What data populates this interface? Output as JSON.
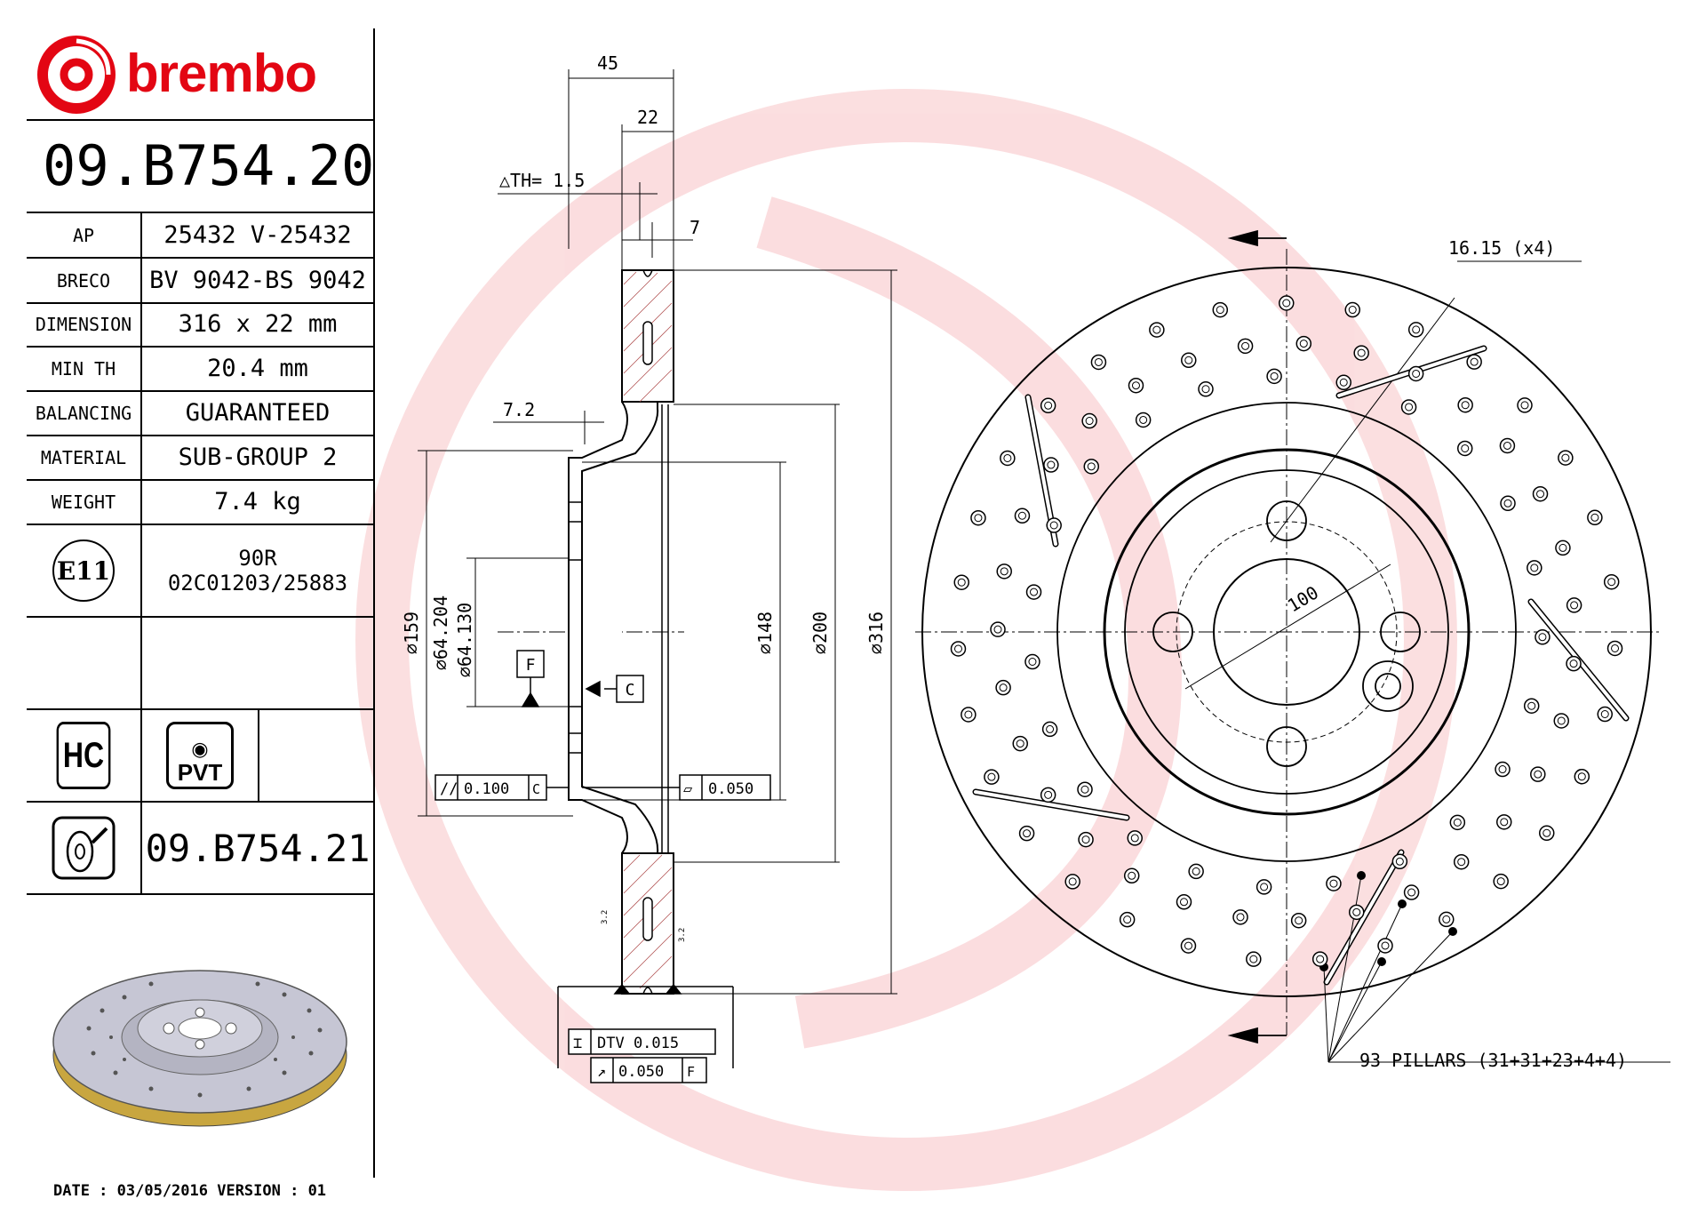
{
  "brand": {
    "name": "brembo",
    "color": "#e30613"
  },
  "part_number": "09.B754.20",
  "specs": [
    {
      "label": "AP",
      "value": "25432 V-25432"
    },
    {
      "label": "BRECO",
      "value": "BV 9042-BS 9042"
    },
    {
      "label": "DIMENSION",
      "value": "316 x 22 mm"
    },
    {
      "label": "MIN TH",
      "value": "20.4 mm"
    },
    {
      "label": "BALANCING",
      "value": "GUARANTEED"
    },
    {
      "label": "MATERIAL",
      "value": "SUB-GROUP 2"
    },
    {
      "label": "WEIGHT",
      "value": "7.4 kg"
    }
  ],
  "approval": {
    "mark": "E11",
    "line1": "90R",
    "line2": "02C01203/25883"
  },
  "badges": {
    "hc": "HC",
    "pvt": "PVT"
  },
  "alt_part_number": "09.B754.21",
  "footer": "DATE : 03/05/2016 VERSION : 01",
  "dimensions": {
    "overall_width": "45",
    "disc_thickness": "22",
    "delta_th": "△TH= 1.5",
    "vent_gap": "7",
    "hat_offset": "7.2",
    "d159": "⌀159",
    "bore_max": "⌀64.204",
    "bore_min": "⌀64.130",
    "d148": "⌀148",
    "d200": "⌀200",
    "d316": "⌀316",
    "pcd": "100",
    "bolt_holes": "16.15 (x4)",
    "pillars": "93 PILLARS (31+31+23+4+4)",
    "datum_f": "F",
    "datum_c": "C",
    "parallelism": "0.100",
    "flatness": "0.050",
    "dtv": "DTV 0.015",
    "runout": "0.050",
    "roughness": "3.2"
  }
}
